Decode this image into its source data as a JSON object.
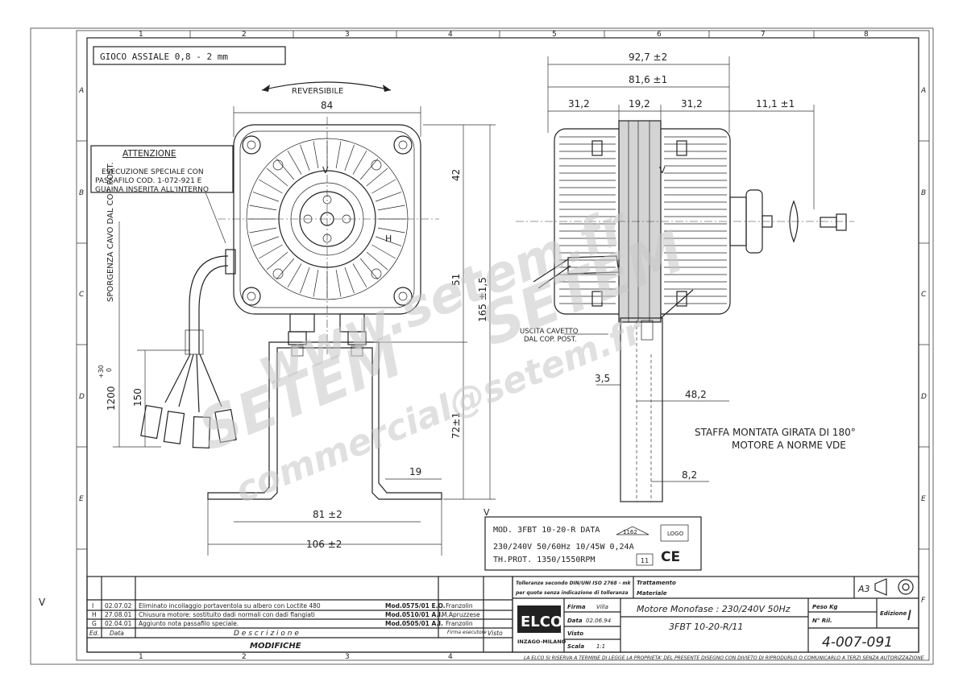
{
  "grid": {
    "columns": [
      "1",
      "2",
      "3",
      "4",
      "5",
      "6",
      "7",
      "8"
    ],
    "rows": [
      "A",
      "B",
      "C",
      "D",
      "E",
      "F"
    ]
  },
  "notes": {
    "axial_play": "GIOCO ASSIALE   0,8 - 2 mm",
    "reversible": "REVERSIBILE",
    "attention_title": "ATTENZIONE",
    "attention_lines": [
      "ESECUZIONE SPECIALE CON",
      "PASSAFILO COD. 1-072-921 E",
      "GUAINA INSERITA ALL'INTERNO"
    ],
    "cable_exit": [
      "USCITA CAVETTO",
      "DAL COP. POST."
    ],
    "cable_protrusion": "SPORGENZA CAVO DAL COP. POST.",
    "bracket_note": [
      "STAFFA MONTATA GIRATA DI 180°",
      "MOTORE A NORME VDE"
    ],
    "v_mark": "V",
    "h_mark": "H"
  },
  "dimensions": {
    "width_84": "84",
    "h_42": "42",
    "h_51": "51",
    "h_165": "165 ±1,5",
    "h_72": "72±1",
    "lead_150": "150",
    "lead_1200": "1200",
    "lead_1200_tol_up": "+30",
    "lead_1200_tol_low": "0",
    "base_19": "19",
    "base_81": "81 ±2",
    "base_106": "106 ±2",
    "len_927": "92,7 ±2",
    "len_816": "81,6 ±1",
    "seg_312a": "31,2",
    "seg_192": "19,2",
    "seg_312b": "31,2",
    "shaft_111": "11,1 ±1",
    "d_35": "3,5",
    "d_482": "48,2",
    "d_82": "8,2"
  },
  "nameplate": {
    "line1": "MOD. 3FBT 10-20-R  DATA",
    "line2": "230/240V 50/60Hz 10/45W 0,24A",
    "line3": "TH.PROT. 1350/1550RPM",
    "date_badge": "1162",
    "logo": "LOGO",
    "ce": "CE",
    "code": "11"
  },
  "revisions": {
    "rows": [
      {
        "ed": "I",
        "date": "02.07.02",
        "desc": "Eliminato incollaggio portaventola su albero con Loctite 480",
        "mod": "Mod.0575/01 E.O.",
        "sign": "Franzolin"
      },
      {
        "ed": "H",
        "date": "27.08.01",
        "desc": "Chiusura motore: sostituito dadi normali con dadi flangiati",
        "mod": "Mod.0510/01 A.I.",
        "sign": "M.Apruzzese"
      },
      {
        "ed": "G",
        "date": "02.04.01",
        "desc": "Aggiunto nota passafilo speciale.",
        "mod": "Mod.0505/01 A.I.",
        "sign": "Franzolin"
      }
    ],
    "hdr_ed": "Ed.",
    "hdr_date": "Data",
    "hdr_desc": "D e s c r i z i o n e",
    "hdr_sign": "Firma esecutore",
    "hdr_visto": "Visto",
    "title": "MODIFICHE"
  },
  "titleblock": {
    "tolerance": "Tolleranze secondo DIN/UNI ISO 2768 - mk per quote senza indicazione di tolleranza",
    "treatment": "Trattamento",
    "material": "Materiale",
    "format": "A3",
    "brand": "ELCO",
    "brand_sub": "INZAGO-MILANO",
    "firma_lbl": "Firma",
    "firma_val": "Villa",
    "data_lbl": "Data",
    "data_val": "02.06.94",
    "visto_lbl": "Visto",
    "scala_lbl": "Scala",
    "scala_val": "1:1",
    "desc1": "Motore Monofase : 230/240V 50Hz",
    "desc2": "3FBT 10-20-R/11",
    "peso_lbl": "Peso Kg",
    "nril_lbl": "N° Ril.",
    "edizione_lbl": "Edizione",
    "edizione_val": "I",
    "drawing_no": "4-007-091",
    "footer": "LA ELCO SI RISERVA A TERMINE DI LEGGE LA PROPRIETA' DEL PRESENTE DISEGNO CON DIVIETO DI RIPRODURLO O COMUNICARLO A TERZI SENZA AUTORIZZAZIONE"
  },
  "watermark": {
    "line1": "www.setem.fr",
    "line2": "SETEM",
    "line3": "commercial@setem.fr",
    "line4": "SETEM"
  }
}
